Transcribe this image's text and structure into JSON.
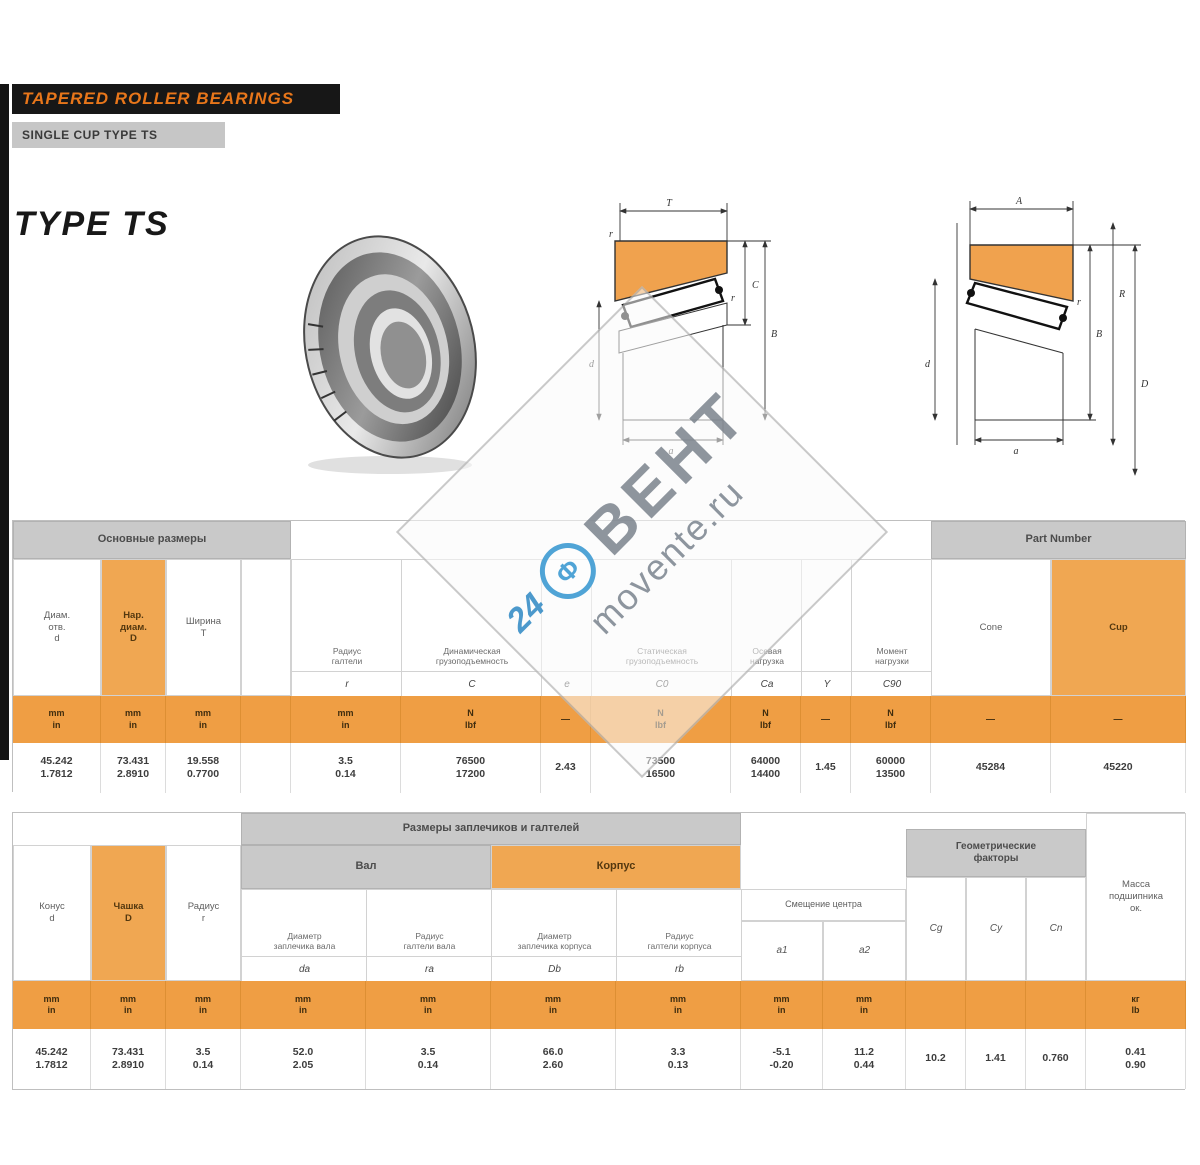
{
  "page": {
    "title_bar": "TAPERED ROLLER BEARINGS",
    "sub_bar": "SINGLE CUP TYPE TS",
    "type_label": "TYPE TS"
  },
  "watermark": {
    "prefix": "24",
    "logo": "Ф",
    "brand": "ВЕНТ",
    "site": "movente.ru"
  },
  "d1": {
    "t": "T",
    "c": "C",
    "b": "B",
    "d": "d",
    "a": "a",
    "r1": "r",
    "r2": "r"
  },
  "d2": {
    "a": "A",
    "b": "B",
    "r": "R",
    "d": "d",
    "dd": "D",
    "a2": "a",
    "r1": "r"
  },
  "t1": {
    "dims_header": "Основные размеры",
    "part_header": "Part Number",
    "dim_cols": [
      "Диам.\nотв.\nd",
      "Нар.\nдиам.\nD",
      "Ширина\nT"
    ],
    "mid_cols": [
      {
        "label": "Радиус\nгалтели",
        "sym": "r"
      },
      {
        "label": "Динамическая\nгрузоподъемность",
        "sym": "C"
      },
      {
        "label": "",
        "sym": "e"
      },
      {
        "label": "Статическая\nгрузоподъемность",
        "sym": "C0"
      },
      {
        "label": "Осевая\nнагрузка",
        "sym": "Ca"
      },
      {
        "label": "",
        "sym": "Y"
      },
      {
        "label": "Момент\nнагрузки",
        "sym": "C90"
      }
    ],
    "part_cols": [
      "Cone",
      "Cup"
    ],
    "units": [
      "mm\nin",
      "mm\nin",
      "mm\nin",
      "mm\nin",
      "N\nlbf",
      "—",
      "N\nlbf",
      "N\nlbf",
      "—",
      "N\nlbf",
      "—",
      "—"
    ],
    "values": [
      "45.242\n1.7812",
      "73.431\n2.8910",
      "19.558\n0.7700",
      "3.5\n0.14",
      "76500\n17200",
      "2.43",
      "73500\n16500",
      "64000\n14400",
      "1.45",
      "60000\n13500",
      "45284",
      "45220"
    ]
  },
  "t2": {
    "main_header": "Размеры заплечиков и галтелей",
    "shaft_header": "Вал",
    "housing_header": "Корпус",
    "dim_cols": [
      "Конус\nd",
      "Чашка\nD",
      "Радиус\nr"
    ],
    "shaft_cols": [
      {
        "label": "Диаметр\nзаплечика вала",
        "sym": "da"
      },
      {
        "label": "Радиус\nгалтели вала",
        "sym": "ra"
      }
    ],
    "housing_cols": [
      {
        "label": "Диаметр\nзаплечика корпуса",
        "sym": "Db"
      },
      {
        "label": "Радиус\nгалтели корпуса",
        "sym": "rb"
      }
    ],
    "offset_header": "Смещение центра",
    "offset_cols": [
      "a1",
      "a2"
    ],
    "geom_header": "Геометрические\nфакторы",
    "geom_cols": [
      "Cg",
      "Cy",
      "Cn"
    ],
    "weight_header": "Масса\nподшипника\nок.",
    "units": [
      "mm\nin",
      "mm\nin",
      "mm\nin",
      "mm\nin",
      "mm\nin",
      "mm\nin",
      "mm\nin",
      "mm\nin",
      "mm\nin",
      "",
      "",
      "",
      "кг\nlb"
    ],
    "values": [
      "45.242\n1.7812",
      "73.431\n2.8910",
      "3.5\n0.14",
      "52.0\n2.05",
      "3.5\n0.14",
      "66.0\n2.60",
      "3.3\n0.13",
      "-5.1\n-0.20",
      "11.2\n0.44",
      "10.2",
      "1.41",
      "0.760",
      "0.41\n0.90"
    ]
  }
}
